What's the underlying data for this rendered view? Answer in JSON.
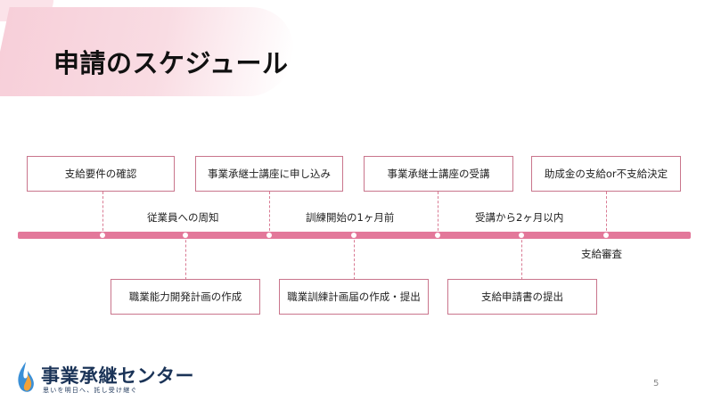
{
  "slide": {
    "title": "申請のスケジュール",
    "page_number": "5"
  },
  "top_steps": [
    "支給要件の確認",
    "事業承継士講座に申し込み",
    "事業承継士講座の受講",
    "助成金の支給or不支給決定"
  ],
  "bottom_steps": [
    "職業能力開発計画の作成",
    "職業訓練計画届の作成・提出",
    "支給申請書の提出"
  ],
  "timeline_labels": {
    "announce": "従業員への周知",
    "one_month_before": "訓練開始の1ヶ月前",
    "within_two_months": "受講から2ヶ月以内",
    "review": "支給審査"
  },
  "logo": {
    "name": "事業承継センター",
    "tagline": "思いを明日へ、託し受け継ぐ"
  },
  "colors": {
    "accent": "#e3789a",
    "box_border": "#c9758c",
    "logo_text": "#1a3357"
  }
}
